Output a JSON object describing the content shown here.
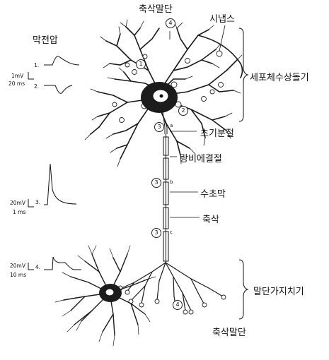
{
  "labels": {
    "axon_terminal_top": "축삭말단",
    "synapse": "시냅스",
    "soma_dendrites": "세포체수상돌기",
    "initial_segment": "초기분절",
    "node_of_ranvier": "랑비에결절",
    "myelin_sheath": "수초막",
    "axon": "축삭",
    "terminal_arbor": "말단가지치기",
    "axon_terminal_bottom": "축삭말단",
    "membrane_potential": "막전압"
  },
  "traces": {
    "scale1_v": "1mV",
    "scale1_t": "20 ms",
    "scale2_v": "20mV",
    "scale2_t": "1 ms",
    "scale3_v": "20mV",
    "scale3_t": "10 ms",
    "n1": "1.",
    "n2": "2.",
    "n3": "3.",
    "n4": "4."
  },
  "markers": {
    "m1": "1",
    "m2": "2",
    "m3a": "3",
    "m3b": "3",
    "m3c": "3",
    "m4top": "4",
    "m4bot": "4",
    "a": "a",
    "b": "b",
    "c": "c"
  }
}
